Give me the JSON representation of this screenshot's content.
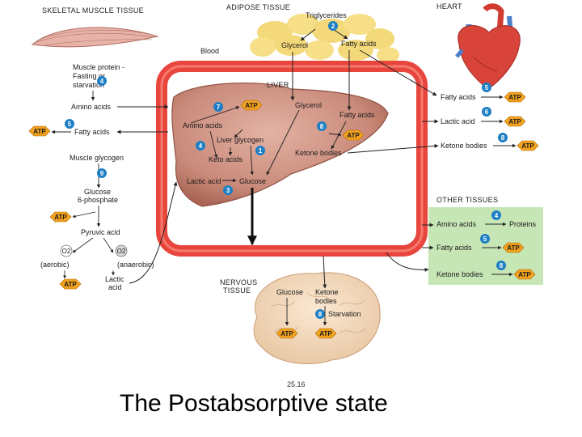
{
  "title": "The Postabsorptive state",
  "figure_number": "25.16",
  "sections": {
    "skeletal_muscle": "SKELETAL MUSCLE TISSUE",
    "adipose": "ADIPOSE TISSUE",
    "heart": "HEART",
    "liver": "LIVER",
    "blood": "Blood",
    "other_tissues": "OTHER TISSUES",
    "nervous_line1": "NERVOUS",
    "nervous_line2": "TISSUE"
  },
  "adipose_labels": {
    "triglycerides": "Triglycerides",
    "glycerol": "Glycerol",
    "fatty_acids": "Fatty acids"
  },
  "muscle_labels": {
    "muscle_protein_line1": "Muscle protein -",
    "muscle_protein_line2": "Fasting or",
    "muscle_protein_line3": "starvation",
    "amino_acids": "Amino acids",
    "fatty_acids": "Fatty acids",
    "muscle_glycogen": "Muscle glycogen",
    "glucose_6p_line1": "Glucose",
    "glucose_6p_line2": "6-phosphate",
    "pyruvic_acid": "Pyruvic acid",
    "o2": "O2",
    "no_o2": "O2",
    "aerobic": "(aerobic)",
    "anaerobic": "(anaerobic)",
    "lactic_line1": "Lactic",
    "lactic_line2": "acid"
  },
  "liver_labels": {
    "glycerol": "Glycerol",
    "fatty_acids": "Fatty acids",
    "amino_acids": "Amino acids",
    "liver_glycogen": "Liver glycogen",
    "ketone_bodies": "Ketone bodies",
    "keto_acids": "Keto acids",
    "lactic_acid": "Lactic acid",
    "glucose": "Glucose"
  },
  "heart_labels": {
    "fatty_acids": "Fatty acids",
    "lactic_acid": "Lactic acid",
    "ketone_bodies": "Ketone bodies"
  },
  "other_labels": {
    "amino_acids": "Amino acids",
    "proteins": "Proteins",
    "fatty_acids": "Fatty acids",
    "ketone_bodies": "Ketone bodies"
  },
  "nervous_labels": {
    "glucose": "Glucose",
    "ketone_line1": "Ketone",
    "ketone_line2": "bodies",
    "starvation": "Starvation"
  },
  "atp_label": "ATP",
  "step_numbers": {
    "n1": "1",
    "n2": "2",
    "n3": "3",
    "n4_muscle": "4",
    "n4_liver": "4",
    "n4_other": "4",
    "n5_muscle": "5",
    "n5_heart": "5",
    "n5_other": "5",
    "n6": "6",
    "n7": "7",
    "n8_liver": "8",
    "n8_heart": "8",
    "n8_other": "8",
    "n8_nervous": "8",
    "n9": "9"
  },
  "colors": {
    "blood_vessel": "#e8453c",
    "liver": "#c98a7a",
    "atp_badge": "#f2a11f",
    "step_circle": "#1e7fc4",
    "adipose": "#f4d97a",
    "other_tissues_bg": "#c7e6b6"
  }
}
